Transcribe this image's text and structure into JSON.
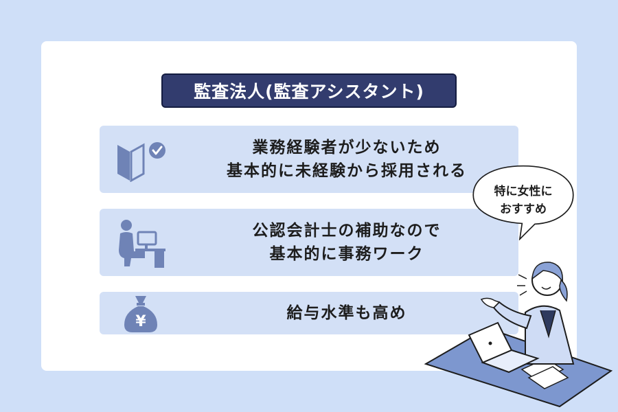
{
  "title": "監査法人(監査アシスタント)",
  "points": [
    {
      "line1": "業務経験者が少ないため",
      "line2": "基本的に未経験から採用される",
      "icon": "beginner-mark-check-icon"
    },
    {
      "line1": "公認会計士の補助なので",
      "line2": "基本的に事務ワーク",
      "icon": "desk-worker-icon"
    },
    {
      "line1": "給与水準も高め",
      "icon": "yen-money-bag-icon"
    }
  ],
  "bubble": {
    "line1": "特に女性に",
    "line2": "おすすめ"
  },
  "money_bag_symbol": "¥",
  "colors": {
    "background": "#cfdff8",
    "badge": "#323c6e",
    "row": "#d3e0f6",
    "icon": "#6f83b6"
  }
}
